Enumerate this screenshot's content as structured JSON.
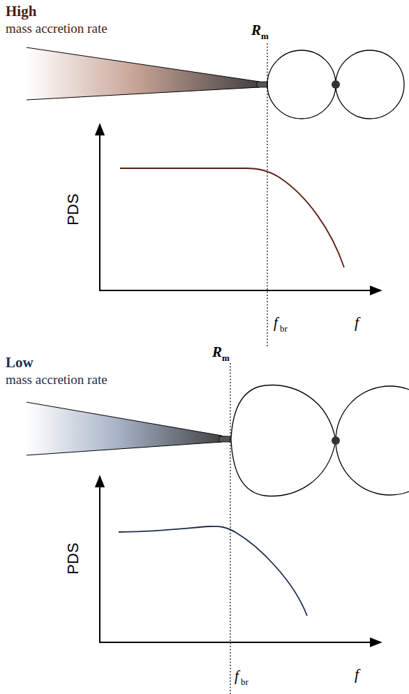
{
  "diagram": {
    "labels": [
      "High",
      "mass accretion rate",
      "R",
      "m",
      "PDS",
      "f",
      "br",
      "f",
      "Low",
      "mass accretion rate",
      "R",
      "m",
      "PDS",
      "f",
      "br",
      "f"
    ]
  }
}
